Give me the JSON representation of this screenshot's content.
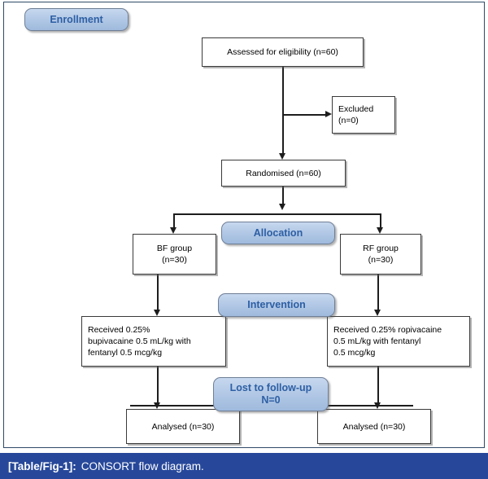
{
  "figure": {
    "title": "CONSORT flow diagram",
    "caption_label": "[Table/Fig-1]:",
    "caption_text": "CONSORT flow diagram.",
    "caption_bar_color": "#27489a",
    "badge_fill_color": "#b3c9e6",
    "badge_text_color": "#2d5fa4",
    "node_border_color": "#3a3a3a",
    "connector_color": "#1d1d1d",
    "frame_border_color": "#2f4a68"
  },
  "stages": {
    "enrollment": "Enrollment",
    "allocation": "Allocation",
    "intervention": "Intervention",
    "lost_line1": "Lost to follow-up",
    "lost_line2": "N=0"
  },
  "nodes": {
    "assessed": {
      "line1": "Assessed for eligibility (n=60)"
    },
    "excluded": {
      "line1": "Excluded",
      "line2": "(n=0)"
    },
    "randomised": {
      "line1": "Randomised (n=60)"
    },
    "bf_group": {
      "line1": "BF group",
      "line2": "(n=30)"
    },
    "rf_group": {
      "line1": "RF group",
      "line2": "(n=30)"
    },
    "bf_intervention": {
      "line1": "Received 0.25%",
      "line2": "bupivacaine 0.5 mL/kg with",
      "line3": "fentanyl 0.5 mcg/kg"
    },
    "rf_intervention": {
      "line1": "Received 0.25% ropivacaine",
      "line2": "0.5 mL/kg with fentanyl",
      "line3": "0.5 mcg/kg"
    },
    "bf_analysed": {
      "line1": "Analysed (n=30)"
    },
    "rf_analysed": {
      "line1": "Analysed (n=30)"
    }
  }
}
